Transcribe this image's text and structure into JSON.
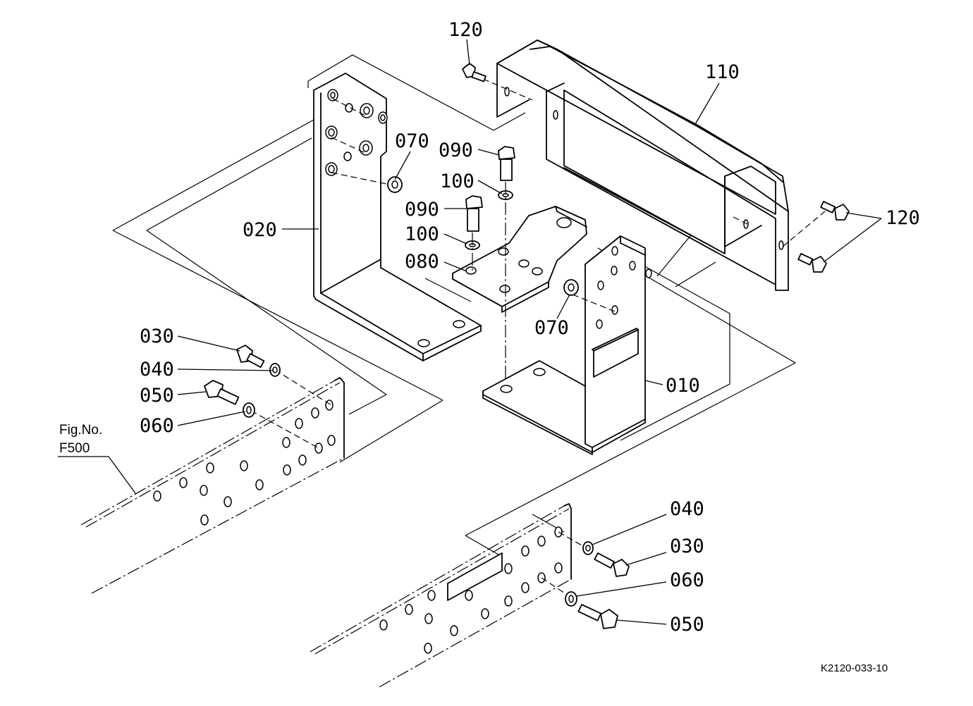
{
  "diagram": {
    "labels": {
      "p010": "010",
      "p020": "020",
      "p030_a": "030",
      "p030_b": "030",
      "p040_a": "040",
      "p040_b": "040",
      "p050_a": "050",
      "p050_b": "050",
      "p060_a": "060",
      "p060_b": "060",
      "p070_a": "070",
      "p070_b": "070",
      "p080": "080",
      "p090_a": "090",
      "p090_b": "090",
      "p100_a": "100",
      "p100_b": "100",
      "p110": "110",
      "p120_a": "120",
      "p120_b": "120"
    },
    "fig_ref": {
      "line1": "Fig.No.",
      "line2": "F500"
    },
    "drawing_code": "K2120-033-10"
  }
}
